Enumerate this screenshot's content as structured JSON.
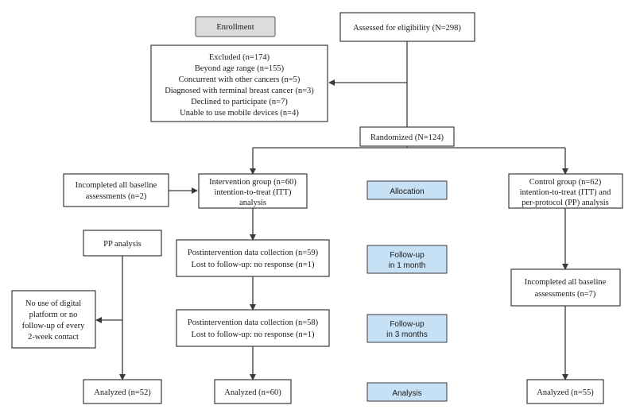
{
  "enrollment": {
    "label": "Enrollment"
  },
  "eligibility": {
    "label": "Assessed for eligibility (N=298)"
  },
  "excluded": {
    "lines": [
      "Excluded (n=174)",
      "Beyond age range (n=155)",
      "Concurrent with other cancers (n=5)",
      "Diagnosed with terminal breast cancer (n=3)",
      "Declined to participate (n=7)",
      "Unable to use mobile devices (n=4)"
    ]
  },
  "randomized": {
    "label": "Randomized (N=124)"
  },
  "incompleted_left": {
    "lines": [
      "Incompleted all baseline",
      "assessments (n=2)"
    ]
  },
  "intervention": {
    "lines": [
      "Intervention group (n=60)",
      "intention-to-treat (ITT)",
      "analysis"
    ]
  },
  "control": {
    "lines": [
      "Control group (n=62)",
      "intention-to-treat (ITT) and",
      "per-protocol (PP) analysis"
    ]
  },
  "stages": {
    "allocation": {
      "lines": [
        "Allocation"
      ]
    },
    "followup1": {
      "lines": [
        "Follow-up",
        "in 1 month"
      ]
    },
    "followup3": {
      "lines": [
        "Follow-up",
        "in 3 months"
      ]
    },
    "analysis": {
      "lines": [
        "Analysis"
      ]
    }
  },
  "pp_analysis": {
    "label": "PP analysis"
  },
  "post1": {
    "lines": [
      "Postintervention data collection (n=59)",
      "Lost to follow-up: no response (n=1)"
    ]
  },
  "post3": {
    "lines": [
      "Postintervention data collection (n=58)",
      "Lost to follow-up: no response (n=1)"
    ]
  },
  "no_use": {
    "lines": [
      "No use of digital",
      "platform or no",
      "follow-up of every",
      "2-week contact"
    ]
  },
  "control_incompleted": {
    "lines": [
      "Incompleted all baseline",
      "assessments (n=7)"
    ]
  },
  "analyzed": {
    "pp": "Analyzed (n=52)",
    "itt": "Analyzed (n=60)",
    "control": "Analyzed (n=55)"
  },
  "colors": {
    "stage_fill": "#c6e0f5",
    "enrollment_fill": "#dcdcdc",
    "line": "#3a3a3a"
  }
}
